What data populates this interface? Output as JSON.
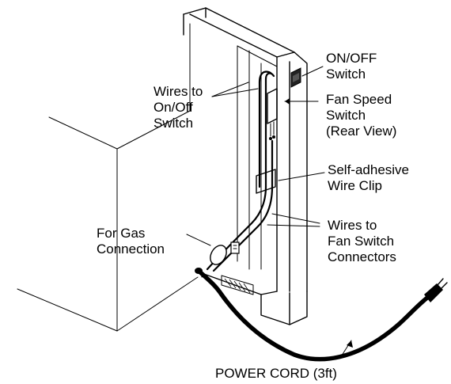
{
  "labels": {
    "on_off_switch": [
      "ON/OFF",
      "Switch"
    ],
    "wires_to_on_off": [
      "Wires to",
      "On/Off",
      "Switch"
    ],
    "fan_speed_switch": [
      "Fan Speed",
      "Switch",
      "(Rear View)"
    ],
    "wire_clip": [
      "Self-adhesive",
      "Wire Clip"
    ],
    "wires_to_fan": [
      "Wires to",
      "Fan Switch",
      "Connectors"
    ],
    "gas_connection": [
      "For Gas",
      "Connection"
    ],
    "power_cord": "POWER CORD (3ft)"
  }
}
